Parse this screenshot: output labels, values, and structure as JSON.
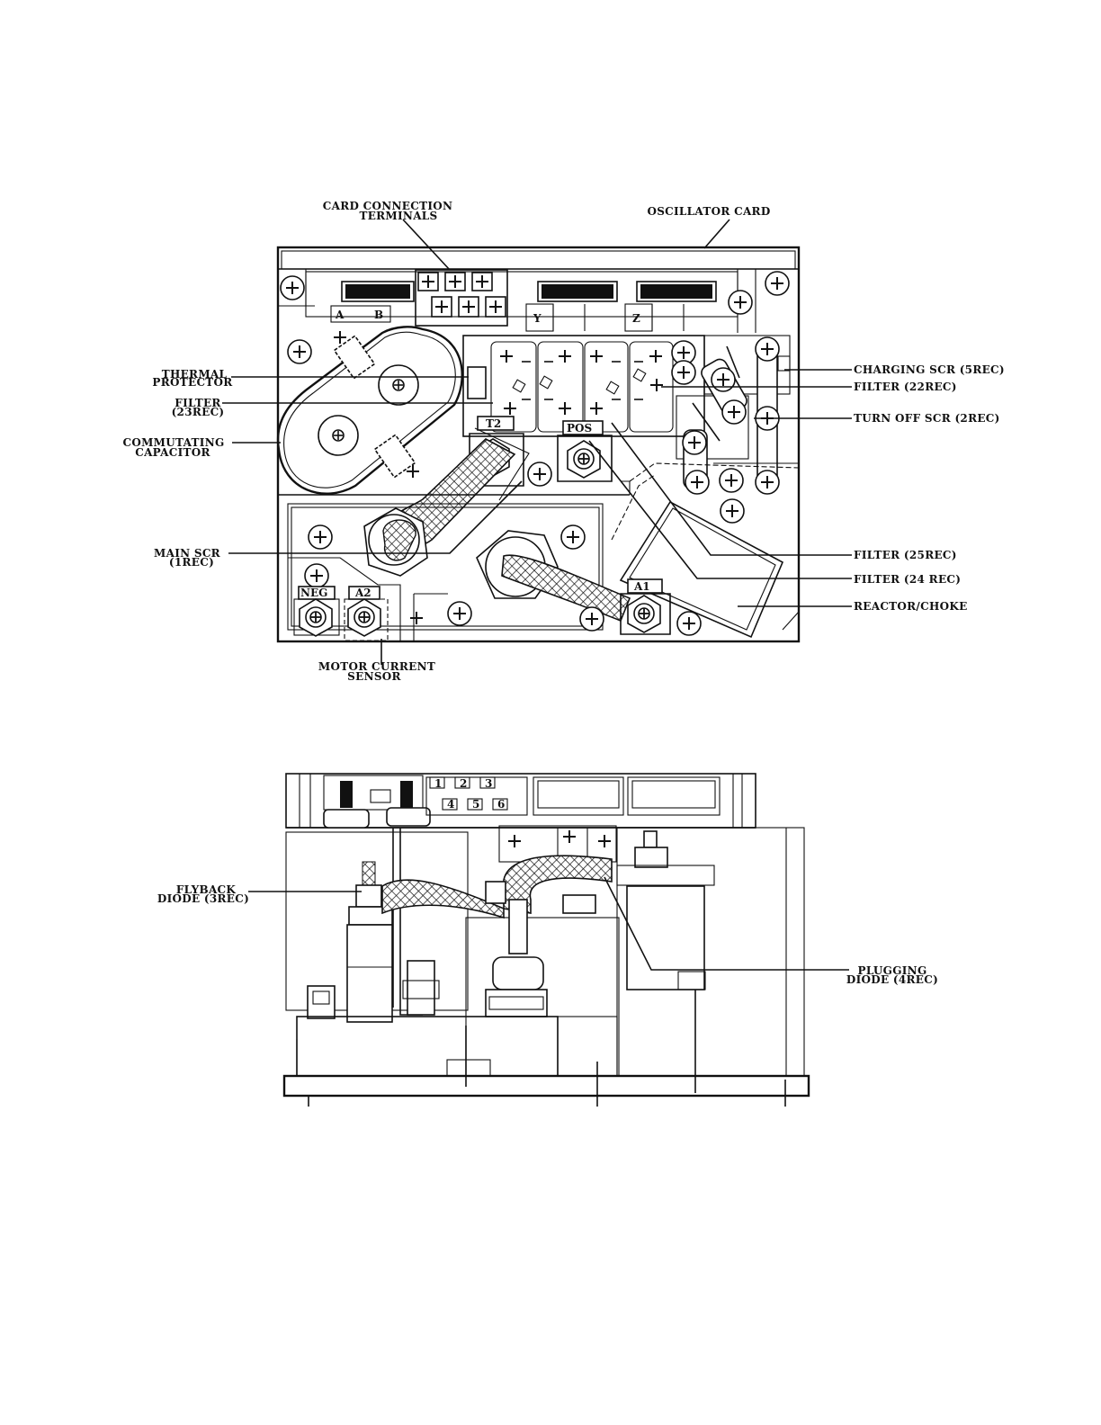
{
  "top_view": {
    "labels": {
      "card_connection_terminals": [
        "CARD CONNECTION",
        "TERMINALS"
      ],
      "oscillator_card": "OSCILLATOR CARD",
      "thermal_protector": [
        "THERMAL",
        "PROTECTOR"
      ],
      "filter_23rec": [
        "FILTER",
        "(23REC)"
      ],
      "commutating_capacitor": [
        "COMMUTATING",
        "CAPACITOR"
      ],
      "main_scr": [
        "MAIN SCR",
        "(1REC)"
      ],
      "motor_current_sensor": [
        "MOTOR CURRENT",
        "SENSOR"
      ],
      "charging_scr": "CHARGING SCR (5REC)",
      "filter_22rec": "FILTER (22REC)",
      "turn_off_scr": "TURN OFF SCR (2REC)",
      "filter_25rec": "FILTER (25REC)",
      "filter_24rec": "FILTER (24 REC)",
      "reactor_choke": "REACTOR/CHOKE"
    },
    "terminal_tags": {
      "a": "A",
      "b": "B",
      "y": "Y",
      "z": "Z",
      "t2": "T2",
      "pos": "POS",
      "neg": "NEG",
      "a2": "A2",
      "a1": "A1"
    }
  },
  "side_view": {
    "labels": {
      "flyback_diode": [
        "FLYBACK",
        "DIODE (3REC)"
      ],
      "plugging_diode": [
        "PLUGGING",
        "DIODE (4REC)"
      ]
    },
    "pin_numbers": [
      "1",
      "2",
      "3",
      "4",
      "5",
      "6"
    ]
  }
}
